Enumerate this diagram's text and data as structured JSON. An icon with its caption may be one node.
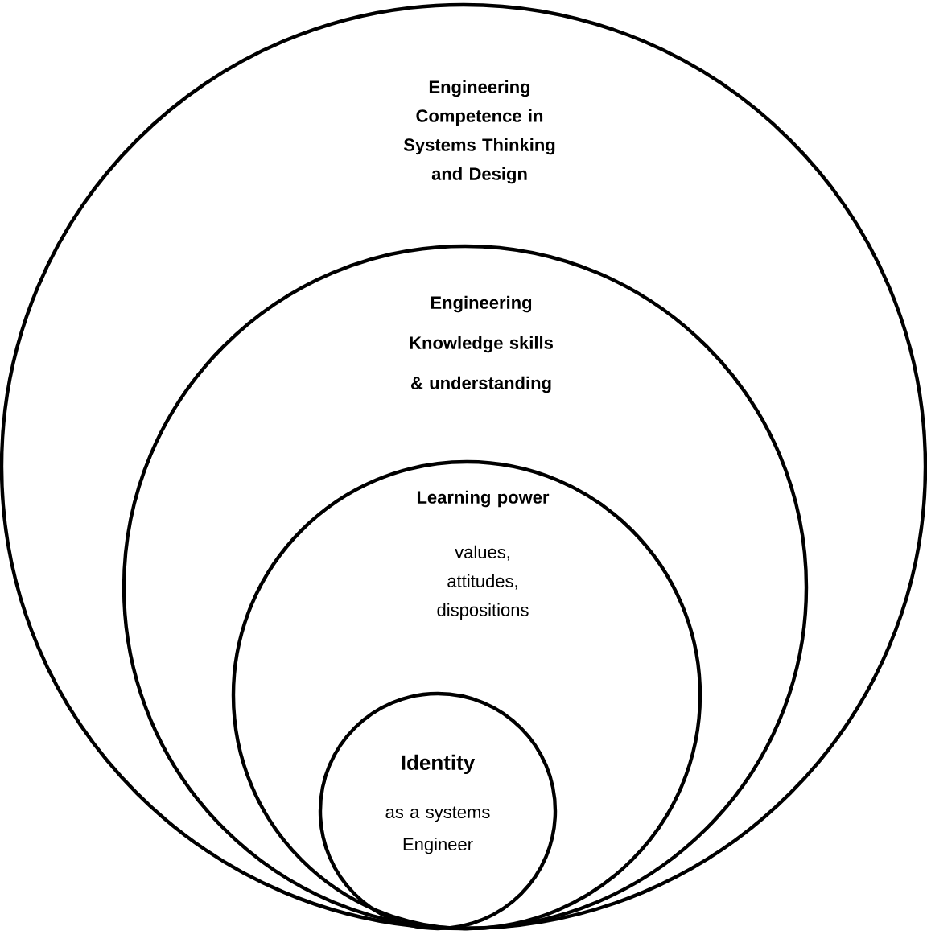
{
  "diagram": {
    "nodes": [
      {
        "text": [
          "Engineering Competence in Systems Thinking and Design"
        ]
      },
      {
        "text": [
          "Engineering Knowledge skills & understanding"
        ],
        "in": 0
      },
      {
        "text": [
          "Learning power",
          "values, attitudes, dispositions"
        ],
        "in": 1
      },
      {
        "text": [
          "Identity",
          "as a systems Engineer"
        ],
        "in": 2
      }
    ]
  }
}
